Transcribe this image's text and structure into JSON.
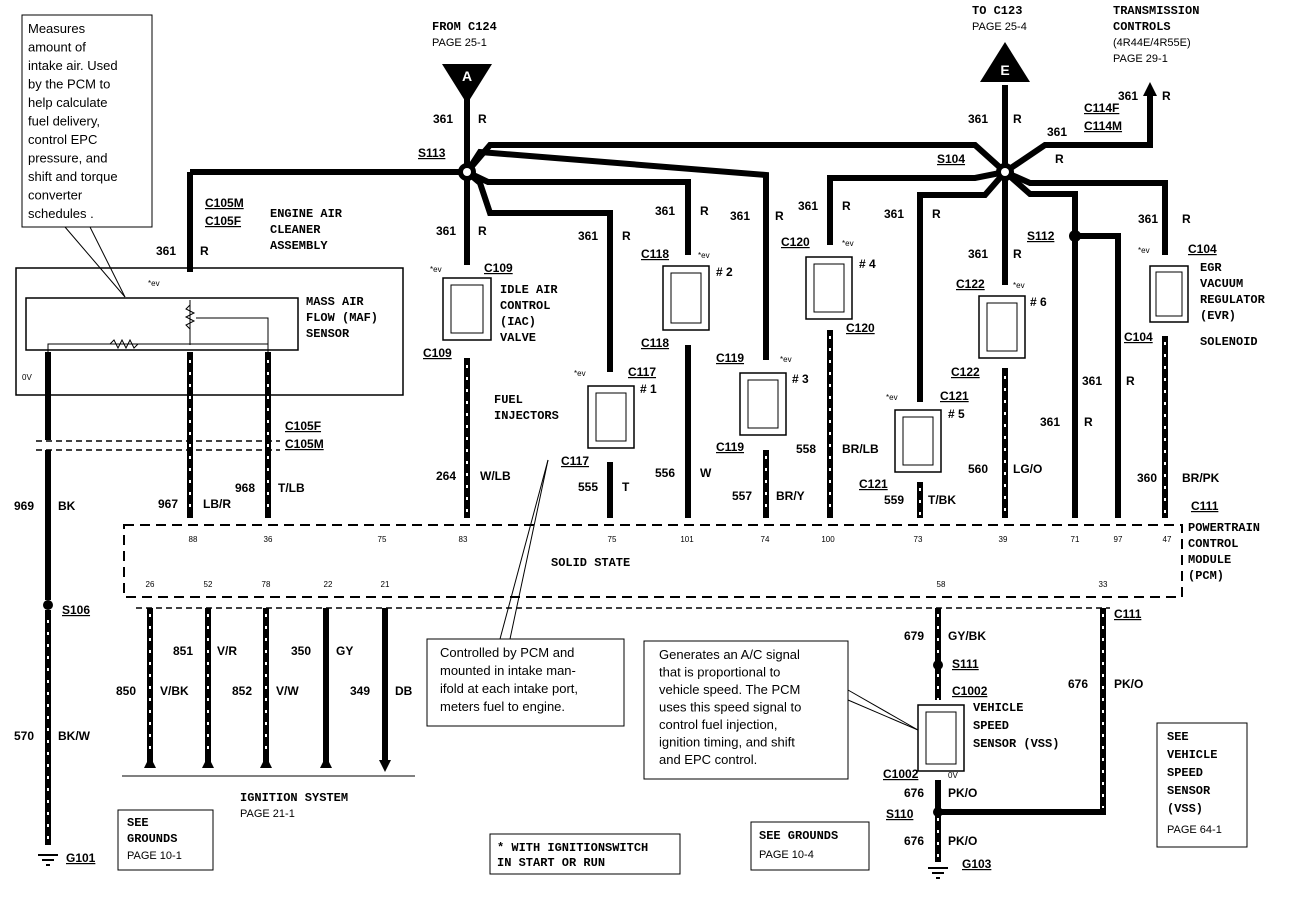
{
  "sources": {
    "from_c124": {
      "title": "FROM C124",
      "page": "PAGE 25-1",
      "letter": "A"
    },
    "to_c123": {
      "title": "TO C123",
      "page": "PAGE 25-4",
      "letter": "E"
    },
    "trans": {
      "l1": "TRANSMISSION",
      "l2": "CONTROLS",
      "l3": "(4R44E/4R55E)",
      "page": "PAGE 29-1"
    }
  },
  "notes": {
    "maf_note": [
      "Measures",
      "amount of",
      "intake air.  Used",
      "by the PCM to",
      "help calculate",
      "fuel delivery,",
      "control EPC",
      "pressure,  and",
      "shift and torque",
      "converter",
      "schedules ."
    ],
    "injector_note": [
      "Controlled by PCM and",
      "mounted in intake man-",
      "ifold at each intake port,",
      "meters fuel to engine."
    ],
    "vss_note": [
      "Generates an A/C signal",
      "that is proportional to",
      "vehicle speed. The PCM",
      "uses this speed signal to",
      "control fuel injection,",
      "ignition timing, and shift",
      "and EPC control."
    ],
    "ignition_switch": [
      "* WITH IGNITIONSWITCH",
      "IN START OR RUN"
    ]
  },
  "splices": {
    "s113": "S113",
    "s104": "S104",
    "s112": "S112",
    "s106": "S106",
    "s111": "S111",
    "s110": "S110"
  },
  "connectors": {
    "c105m": "C105M",
    "c105f": "C105F",
    "c109": "C109",
    "c117": "C117",
    "c118": "C118",
    "c119": "C119",
    "c120": "C120",
    "c121": "C121",
    "c122": "C122",
    "c104": "C104",
    "c111": "C111",
    "c114f": "C114F",
    "c114m": "C114M",
    "c1002": "C1002"
  },
  "components": {
    "air_cleaner": [
      "ENGINE AIR",
      "CLEANER",
      "ASSEMBLY"
    ],
    "maf": [
      "MASS AIR",
      "FLOW (MAF)",
      "SENSOR"
    ],
    "iac": [
      "IDLE AIR",
      "CONTROL",
      "(IAC)",
      "VALVE"
    ],
    "injectors": [
      "FUEL",
      "INJECTORS"
    ],
    "evr": [
      "EGR",
      "VACUUM",
      "REGULATOR",
      "(EVR)",
      "SOLENOID"
    ],
    "pcm": [
      "POWERTRAIN",
      "CONTROL",
      "MODULE",
      "(PCM)"
    ],
    "solid_state": "SOLID STATE",
    "vss": [
      "VEHICLE",
      "SPEED",
      "SENSOR   (VSS)"
    ],
    "inj1": "# 1",
    "inj2": "# 2",
    "inj3": "# 3",
    "inj4": "# 4",
    "inj5": "# 5",
    "inj6": "# 6",
    "ev": "*ev",
    "zero_v": "0V"
  },
  "wires": {
    "n361": "361",
    "r": "R",
    "w264": "264",
    "c264": "W/LB",
    "w555": "555",
    "c555": "T",
    "w556": "556",
    "c556": "W",
    "w557": "557",
    "c557": "BR/Y",
    "w558": "558",
    "c558": "BR/LB",
    "w559": "559",
    "c559": "T/BK",
    "w560": "560",
    "c560": "LG/O",
    "w360": "360",
    "c360": "BR/PK",
    "w967": "967",
    "c967": "LB/R",
    "w968": "968",
    "c968": "T/LB",
    "w969": "969",
    "c969": "BK",
    "w570": "570",
    "c570": "BK/W",
    "w850": "850",
    "c850": "V/BK",
    "w851": "851",
    "c851": "V/R",
    "w852": "852",
    "c852": "V/W",
    "w350": "350",
    "c350": "GY",
    "w349": "349",
    "c349": "DB",
    "w679": "679",
    "c679": "GY/BK",
    "w676": "676",
    "c676": "PK/O"
  },
  "pcm_pins_top": [
    "88",
    "36",
    "75",
    "83",
    "75",
    "101",
    "74",
    "100",
    "73",
    "39",
    "71",
    "97",
    "47"
  ],
  "pcm_pins_bottom": [
    "26",
    "52",
    "78",
    "22",
    "21",
    "58",
    "33"
  ],
  "footer": {
    "ignition": "IGNITION SYSTEM",
    "ignition_page": "PAGE 21-1",
    "see_grounds_1": [
      "SEE",
      "GROUNDS"
    ],
    "grounds_page_1": "PAGE 10-1",
    "see_grounds_2": "SEE   GROUNDS",
    "grounds_page_2": "PAGE 10-4",
    "see_vss": [
      "SEE",
      "VEHICLE",
      "SPEED",
      "SENSOR",
      "(VSS)"
    ],
    "vss_page": "PAGE 64-1",
    "g101": "G101",
    "g103": "G103"
  }
}
